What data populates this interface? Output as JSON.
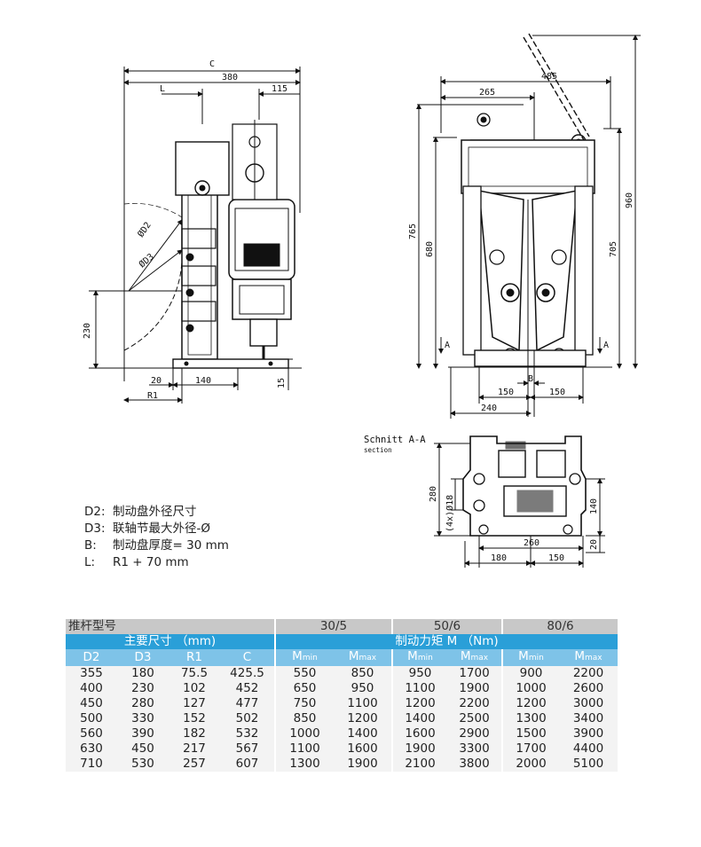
{
  "drawing": {
    "left_view": {
      "dim_C": "C",
      "dim_380": "380",
      "dim_L": "L",
      "dim_115": "115",
      "dim_D2": "ØD2",
      "dim_D3": "ØD3",
      "dim_230": "230",
      "dim_20": "20",
      "dim_140": "140",
      "dim_15": "15",
      "dim_R1": "R1"
    },
    "right_view": {
      "dim_485": "485",
      "dim_265": "265",
      "dim_765": "765",
      "dim_680": "680",
      "dim_705": "705",
      "dim_960": "960",
      "marker_A": "A",
      "dim_B": "B",
      "dim_150a": "150",
      "dim_150b": "150",
      "dim_240": "240"
    },
    "section_view": {
      "title": "Schnitt A-A",
      "subtitle": "section",
      "dim_280": "280",
      "dim_holes": "(4x)Ø18",
      "dim_140": "140",
      "dim_20": "20",
      "dim_260": "260",
      "dim_180": "180",
      "dim_150": "150"
    }
  },
  "legend": [
    {
      "key": "D2:",
      "text": "制动盘外径尺寸"
    },
    {
      "key": "D3:",
      "text": "联轴节最大外径-Ø"
    },
    {
      "key": "B:",
      "text": "制动盘厚度= 30 mm"
    },
    {
      "key": "L:",
      "text": "R1 + 70 mm"
    }
  ],
  "table": {
    "header": {
      "title": "推杆型号",
      "groups": [
        "30/5",
        "50/6",
        "80/6"
      ]
    },
    "band": {
      "left": "主要尺寸 （mm)",
      "right": "制动力矩 M （Nm)"
    },
    "columns": {
      "dims": [
        "D2",
        "D3",
        "R1",
        "C"
      ],
      "m_main": "M",
      "min_sub": "min",
      "max_sub": "max"
    },
    "rows": [
      [
        "355",
        "180",
        "75.5",
        "425.5",
        "550",
        "850",
        "950",
        "1700",
        "900",
        "2200"
      ],
      [
        "400",
        "230",
        "102",
        "452",
        "650",
        "950",
        "1100",
        "1900",
        "1000",
        "2600"
      ],
      [
        "450",
        "280",
        "127",
        "477",
        "750",
        "1100",
        "1200",
        "2200",
        "1200",
        "3000"
      ],
      [
        "500",
        "330",
        "152",
        "502",
        "850",
        "1200",
        "1400",
        "2500",
        "1300",
        "3400"
      ],
      [
        "560",
        "390",
        "182",
        "532",
        "1000",
        "1400",
        "1600",
        "2900",
        "1500",
        "3900"
      ],
      [
        "630",
        "450",
        "217",
        "567",
        "1100",
        "1600",
        "1900",
        "3300",
        "1700",
        "4400"
      ],
      [
        "710",
        "530",
        "257",
        "607",
        "1300",
        "1900",
        "2100",
        "3800",
        "2000",
        "5100"
      ]
    ]
  }
}
